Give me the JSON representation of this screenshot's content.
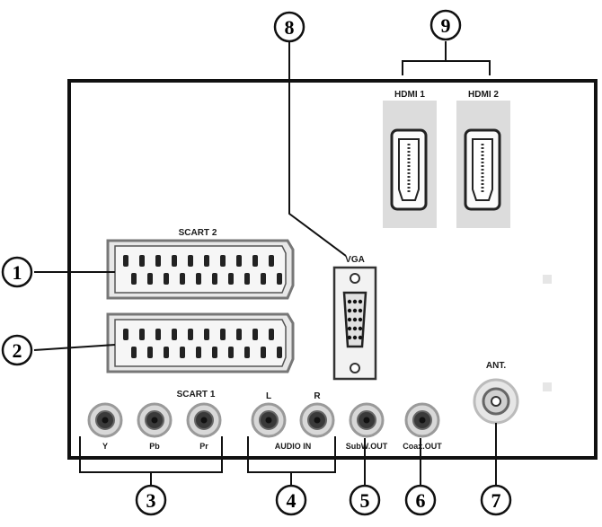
{
  "connectors": {
    "scart2": "SCART 2",
    "scart1": "SCART 1",
    "vga": "VGA",
    "hdmi1": "HDMI 1",
    "hdmi2": "HDMI 2",
    "ant": "ANT.",
    "audio_l": "L",
    "audio_r": "R",
    "y": "Y",
    "pb": "Pb",
    "pr": "Pr",
    "audio_in": "AUDIO IN",
    "subw_out": "SubW.OUT",
    "coax_out": "Coax.OUT"
  },
  "callouts": [
    "1",
    "2",
    "3",
    "4",
    "5",
    "6",
    "7",
    "8",
    "9"
  ],
  "colors": {
    "panel_border": "#111111",
    "connector_face": "#e8e8e8",
    "rca_ring": "#9a9a9a",
    "rca_center": "#2a2a2a",
    "hdmi_plate": "#dcdcdc"
  }
}
